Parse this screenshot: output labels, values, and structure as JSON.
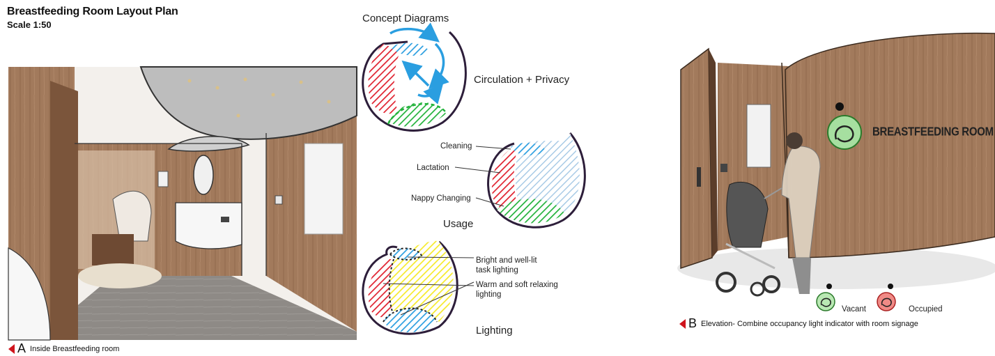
{
  "header": {
    "title": "Breastfeeding Room Layout Plan",
    "scale": "Scale 1:50"
  },
  "panel_a": {
    "letter": "A",
    "caption": "Inside Breastfeeding room"
  },
  "concept": {
    "heading": "Concept Diagrams",
    "circulation_label": "Circulation + Privacy",
    "usage_heading": "Usage",
    "usage_labels": {
      "cleaning": "Cleaning",
      "lactation": "Lactation",
      "nappy": "Nappy Changing"
    },
    "lighting_heading": "Lighting",
    "lighting_labels": {
      "bright_1": "Bright and well-lit",
      "bright_2": "task lighting",
      "warm_1": "Warm and soft relaxing",
      "warm_2": "lighting"
    }
  },
  "panel_b": {
    "letter": "B",
    "caption": "Elevation- Combine occupancy light indicator with room signage",
    "sign_text": "BREASTFEEDING ROOM",
    "vacant": "Vacant",
    "occupied": "Occupied"
  },
  "colors": {
    "wood": "#a27a5c",
    "wood_dark": "#6e4a33",
    "floor": "#8e8a86",
    "ceiling": "#bdbdbd",
    "red": "#e0202e",
    "blue": "#2a9ee0",
    "green": "#22b23a",
    "yellow": "#f6ea2a",
    "lightblue": "#a9cbe6",
    "vacant_green": "#b9e8b3",
    "occupied_red": "#f08a86"
  }
}
